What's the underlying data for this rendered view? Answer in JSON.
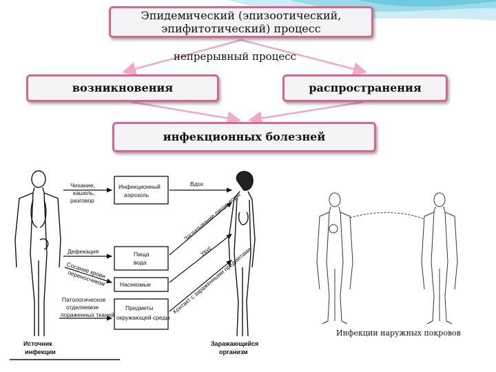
{
  "top_box": {
    "line1": "Эпидемический (эпизоотический,",
    "line2": "эпифитотический) процесс"
  },
  "continuous_label": "непрерывный процесс",
  "box_left": "возникновения",
  "box_right": "распространения",
  "box_bottom": "инфекционных болезней",
  "left_diagram": {
    "source_labels": [
      {
        "l1": "Чихание,",
        "l2": "кашель,",
        "l3": "разговор"
      },
      {
        "l1": "Дефекация",
        "l2": "",
        "l3": ""
      },
      {
        "l1": "Сосание крови",
        "l2": "переносчиком",
        "l3": ""
      },
      {
        "l1": "Патологическое",
        "l2": "отделяемое",
        "l3": "пораженных тканей"
      }
    ],
    "mid_boxes": [
      {
        "l1": "Инфекционный",
        "l2": "аэрозоль"
      },
      {
        "l1": "Пища",
        "l2": "вода"
      },
      {
        "l1": "Насекомые",
        "l2": ""
      },
      {
        "l1": "Предметы",
        "l2": "окружающей среды"
      }
    ],
    "route_labels": [
      "Вдох",
      "Заглатывание пищи, воды",
      "Укус",
      "Контакт с зараженными предметами"
    ],
    "source_caption": {
      "l1": "Источник",
      "l2": "инфекции"
    },
    "target_caption": {
      "l1": "Заражающийся",
      "l2": "организм"
    }
  },
  "right_caption": "Инфекции наружных покровов",
  "colors": {
    "box_border": "#d9658e",
    "arrow": "#f0a8c8",
    "wave": "#7fd0e0"
  }
}
